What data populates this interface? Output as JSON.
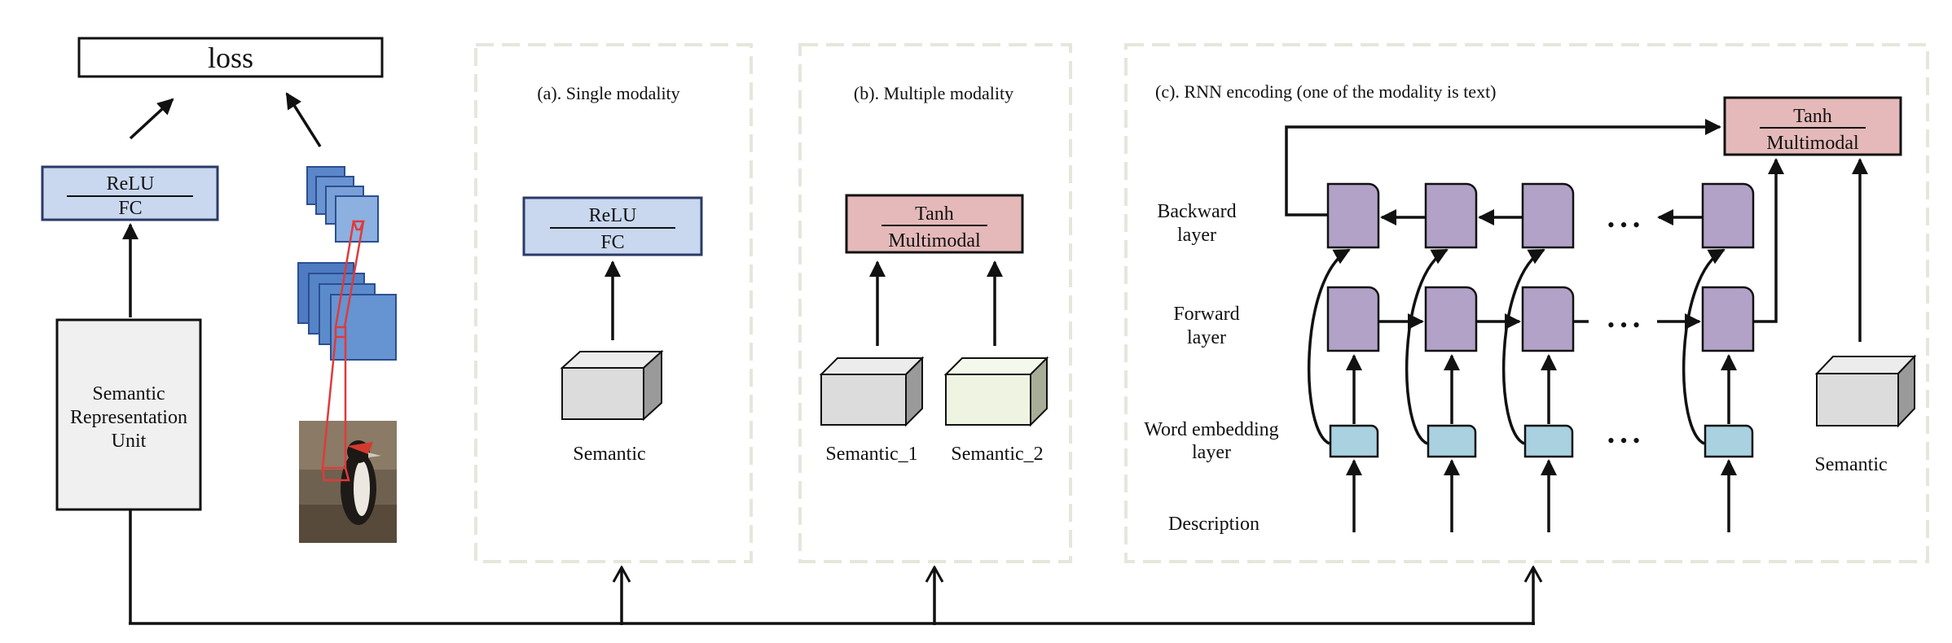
{
  "left": {
    "loss": "loss",
    "relu_fc": {
      "top": "ReLU",
      "bottom": "FC"
    },
    "sru": {
      "line1": "Semantic",
      "line2": "Representation",
      "line3": "Unit"
    }
  },
  "panel_a": {
    "title": "(a). Single modality",
    "box": {
      "top": "ReLU",
      "bottom": "FC"
    },
    "semantic": "Semantic"
  },
  "panel_b": {
    "title": "(b). Multiple modality",
    "box": {
      "top": "Tanh",
      "bottom": "Multimodal"
    },
    "semantic1": "Semantic_1",
    "semantic2": "Semantic_2"
  },
  "panel_c": {
    "title": "(c). RNN encoding (one of the modality is text)",
    "box": {
      "top": "Tanh",
      "bottom": "Multimodal"
    },
    "backward": {
      "line1": "Backward",
      "line2": "layer"
    },
    "forward": {
      "line1": "Forward",
      "line2": "layer"
    },
    "embedding": {
      "line1": "Word embedding",
      "line2": "layer"
    },
    "description": "Description",
    "semantic": "Semantic",
    "ellipsis": "• • •"
  },
  "colors": {
    "fc_fill": "#c9d8ef",
    "fc_stroke": "#2b3a67",
    "tanh_fill": "#e5b9b9",
    "rnn_fill": "#b3a2c8",
    "embed_fill": "#a9d1e0",
    "cube_gray": "#dcdcdc",
    "cube_green": "#eef3e2",
    "conv_blue": "#5b86c9",
    "panel_border": "#e6e6dc"
  }
}
